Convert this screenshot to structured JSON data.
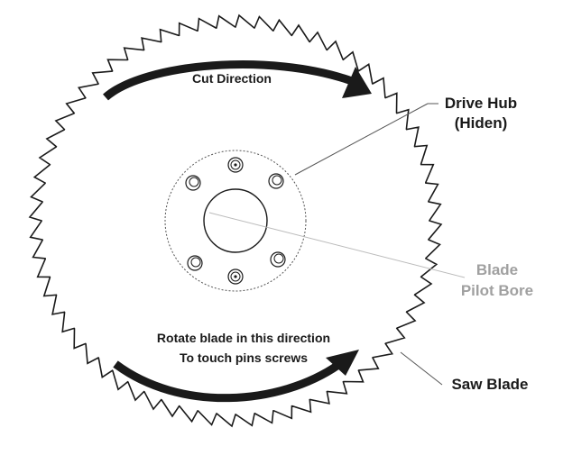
{
  "labels": {
    "cut_direction": "Cut Direction",
    "drive_hub_line1": "Drive Hub",
    "drive_hub_line2": "(Hiden)",
    "blade_line1": "Blade",
    "pilot_bore_line2": "Pilot Bore",
    "rotate_line1": "Rotate blade in this direction",
    "rotate_line2": "To touch pins screws",
    "saw_blade": "Saw Blade"
  },
  "blade": {
    "teeth_count": 64
  },
  "hub": {
    "bolt_hole_count": 6
  },
  "colors": {
    "ink": "#1a1a1a",
    "muted_label": "#a0a0a0",
    "leader": "#555555",
    "bore_leader": "#bbbbbb"
  }
}
